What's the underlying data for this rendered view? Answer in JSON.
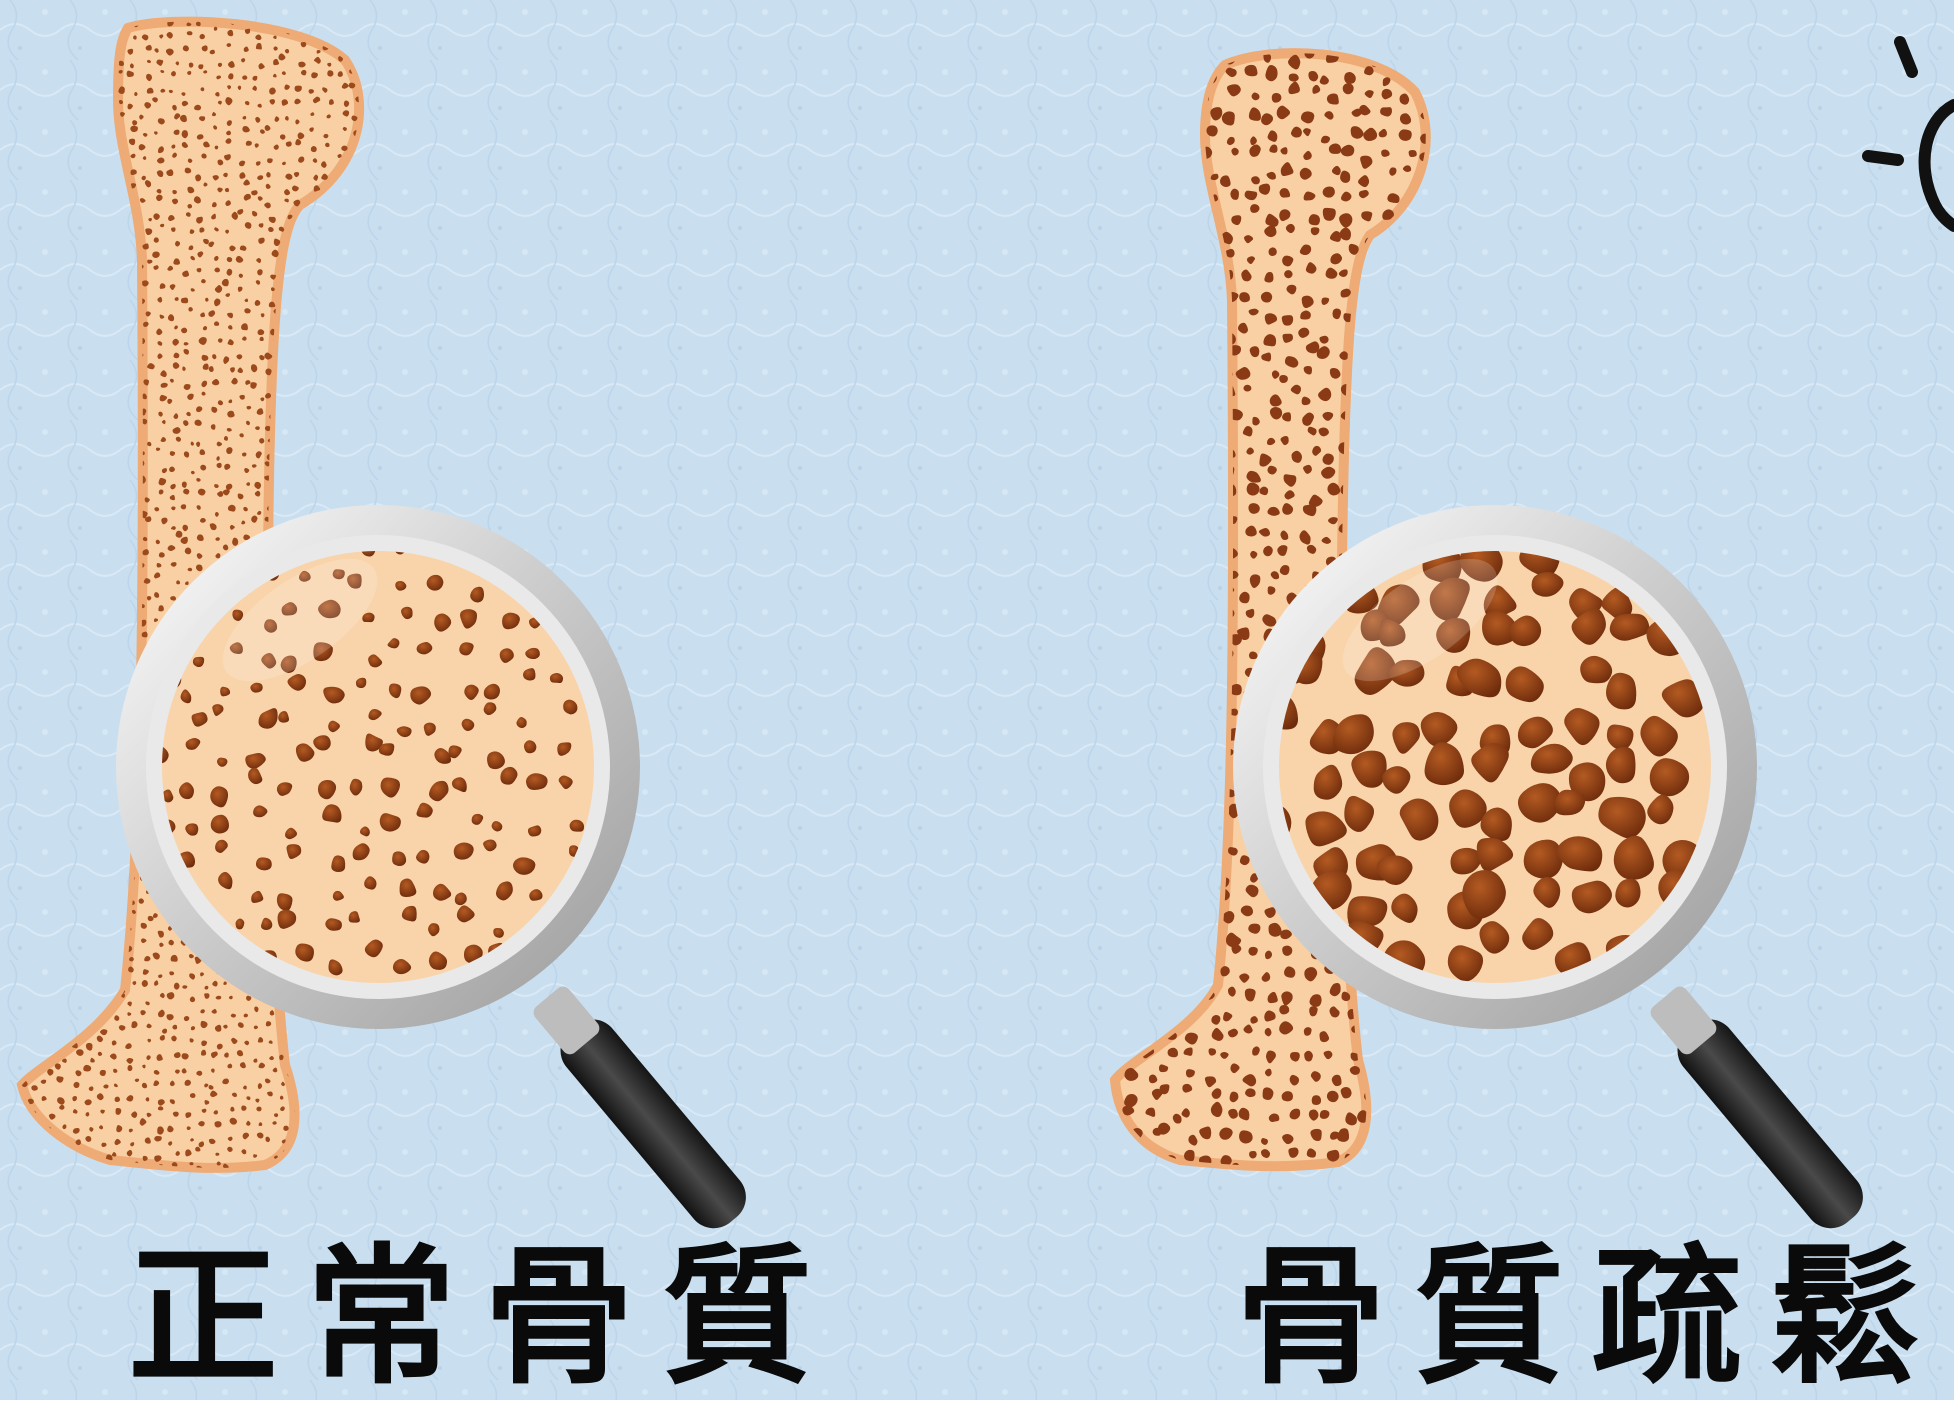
{
  "panels": [
    {
      "caption": "正常骨質",
      "pore_style": "small-dense"
    },
    {
      "caption": "骨質疏鬆",
      "pore_style": "large-sparse"
    }
  ],
  "colors": {
    "background": "#c9dff0",
    "bone_fill": "#f8d0a4",
    "bone_outline": "#eeab75",
    "pore": "#9c4a1c",
    "pore_dark": "#7a3210",
    "magnifier_ring": "#d8d8d8",
    "magnifier_handle": "#2b2b2b"
  },
  "icons": [
    "magnifier-icon",
    "sparkle-icon"
  ]
}
